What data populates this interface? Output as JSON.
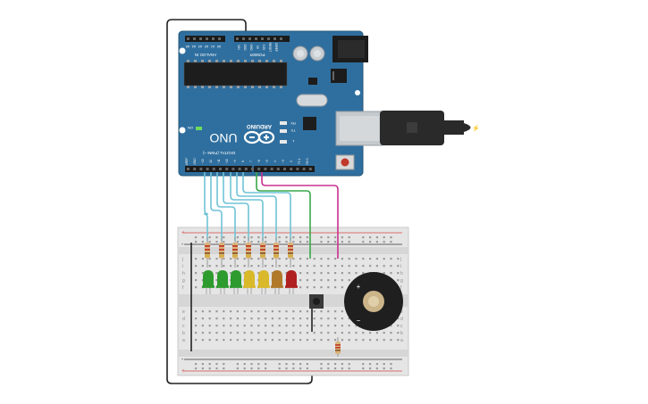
{
  "arduino": {
    "brand": "ARDUINO",
    "model": "UNO",
    "on_label": "ON",
    "tx_label": "TX",
    "rx_label": "RX",
    "l_label": "L",
    "analog_label": "ANALOG IN",
    "power_label": "POWER",
    "digital_label": "DIGITAL (PWM ~)",
    "analog_pins": [
      "A5",
      "A4",
      "A3",
      "A2",
      "A1",
      "A0"
    ],
    "power_pins": [
      "VIN",
      "GND",
      "GND",
      "5V",
      "3.3V",
      "RESET",
      "IOREF"
    ],
    "digital_pins": [
      "AREF",
      "GND",
      "~13",
      "12",
      "~11",
      "~10",
      "~9",
      "8",
      "7",
      "~6",
      "~5",
      "4",
      "~3",
      "2",
      "TX 1",
      "RX 0"
    ]
  },
  "breadboard": {
    "row_letters_top": [
      "j",
      "i",
      "h",
      "g",
      "f"
    ],
    "row_letters_bottom": [
      "e",
      "d",
      "c",
      "b",
      "a"
    ],
    "plus": "+",
    "minus": "-"
  },
  "components": {
    "led_colors": [
      "#2e9b2e",
      "#2e9b2e",
      "#2e9b2e",
      "#d9b92a",
      "#d9b92a",
      "#b07a2a",
      "#b02020"
    ],
    "buzzer_plus": "+",
    "buzzer_minus": "−"
  },
  "colors": {
    "board": "#2f6f9f",
    "wire_cyan": "#6fc3d6",
    "wire_green": "#3aa84a",
    "wire_magenta": "#c8308f",
    "wire_black": "#222222"
  }
}
